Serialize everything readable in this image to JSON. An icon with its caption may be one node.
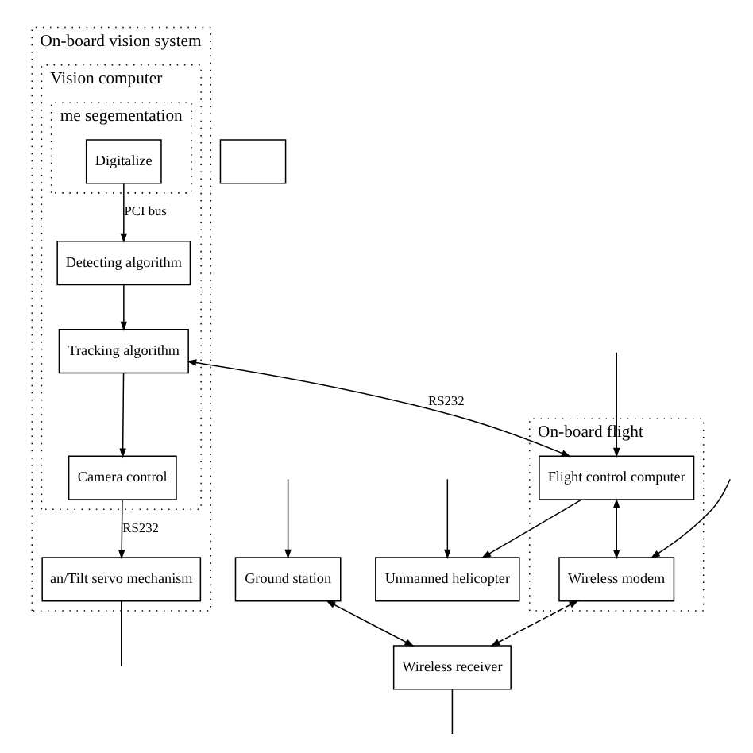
{
  "diagram": {
    "nodes": [
      {
        "text": [
          "On-board vision system"
        ]
      },
      {
        "text": [
          "Vision computer"
        ],
        "in": 0
      },
      {
        "text": [
          "me segementation"
        ],
        "in": 1
      },
      {
        "text": [
          "Digitalize"
        ],
        "in": 2
      },
      {
        "text": [
          "Detecting algorithm"
        ],
        "in": 1
      },
      {
        "text": [
          "Tracking algorithm"
        ],
        "in": 1
      },
      {
        "text": [
          "an/Tilt servo mechanism"
        ],
        "in": 0
      },
      {
        "text": [
          "Camera control"
        ],
        "in": 1
      },
      {
        "text": [
          "Unmanned helicopter"
        ]
      },
      {
        "text": [
          "On-board flight"
        ]
      },
      {
        "text": [
          "Flight control computer"
        ],
        "in": 9
      },
      {
        "text": [
          "Wireless modem"
        ],
        "in": 9
      },
      {
        "text": [
          "Ground station"
        ]
      },
      {
        "text": [
          "Wireless receiver"
        ]
      },
      {
        "text": [],
        "shape": "box"
      }
    ],
    "edges": [
      {
        "from": 3,
        "to": 4,
        "arrow": "to",
        "label": "PCI bus"
      },
      {
        "from": 4,
        "to": 5,
        "arrow": "to"
      },
      {
        "from": 5,
        "to": 10,
        "arrow": "both",
        "label": "RS232"
      },
      {
        "from": 5,
        "to": 7,
        "arrow": "to"
      },
      {
        "from": 7,
        "to": 6,
        "arrow": "to",
        "label": "RS232"
      },
      {
        "from": 10,
        "to": 8,
        "arrow": "to"
      },
      {
        "from": null,
        "to": 8,
        "arrow": "to"
      },
      {
        "from": null,
        "to": 10,
        "arrow": "to"
      },
      {
        "from": 10,
        "to": 11,
        "arrow": "both"
      },
      {
        "from": 11,
        "to": 13,
        "arrow": "both",
        "style": "dashed"
      },
      {
        "from": null,
        "to": 11,
        "arrow": "to"
      },
      {
        "from": 13,
        "to": null,
        "arrow": "none"
      },
      {
        "from": 6,
        "to": null,
        "arrow": "none"
      },
      {
        "from": null,
        "to": 12,
        "arrow": "to"
      },
      {
        "from": 12,
        "to": 13,
        "arrow": "both"
      }
    ]
  }
}
